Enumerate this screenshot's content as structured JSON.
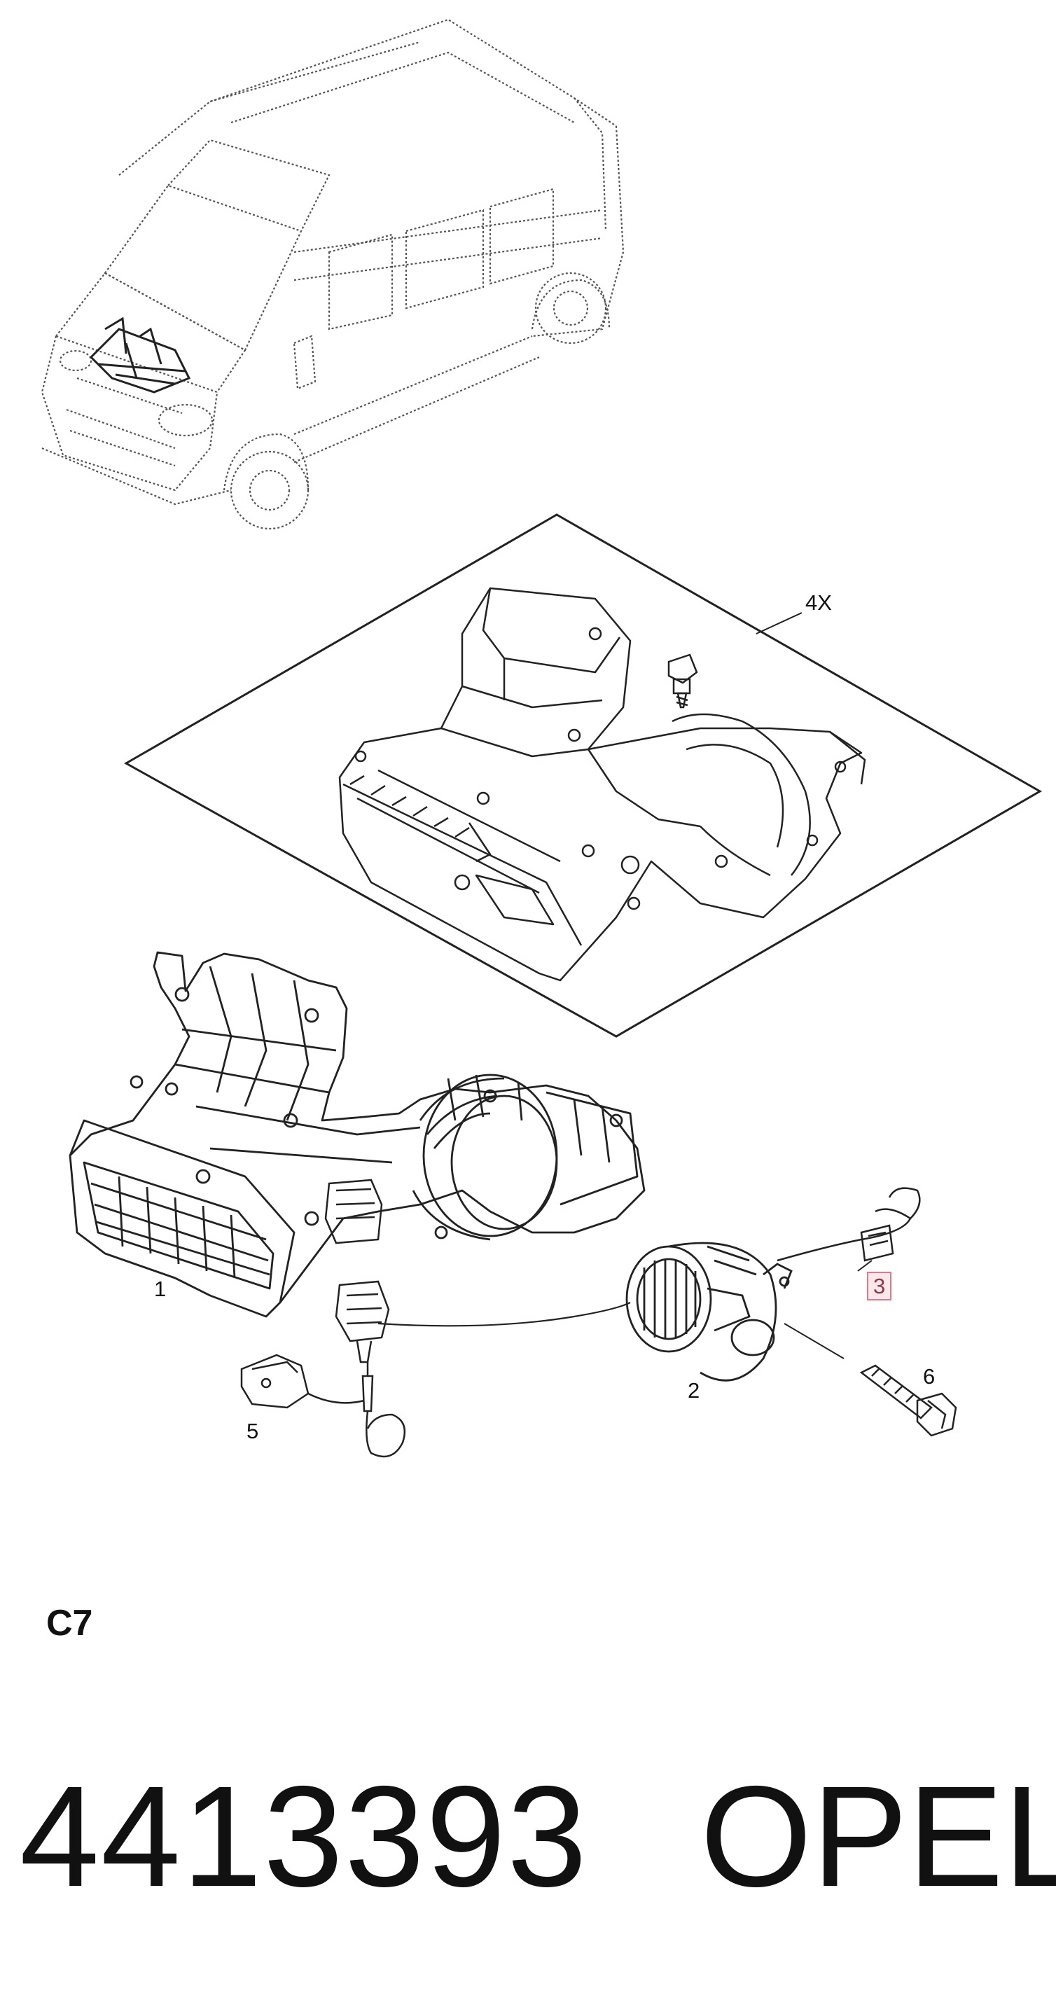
{
  "diagram": {
    "callouts": {
      "item_4x": "4X",
      "item_1": "1",
      "item_2": "2",
      "item_3": "3",
      "item_5": "5",
      "item_6": "6"
    },
    "highlight_color": "#e07a86"
  },
  "footer": {
    "section_code": "C7",
    "part_number": "4413393",
    "brand": "OPEL"
  }
}
